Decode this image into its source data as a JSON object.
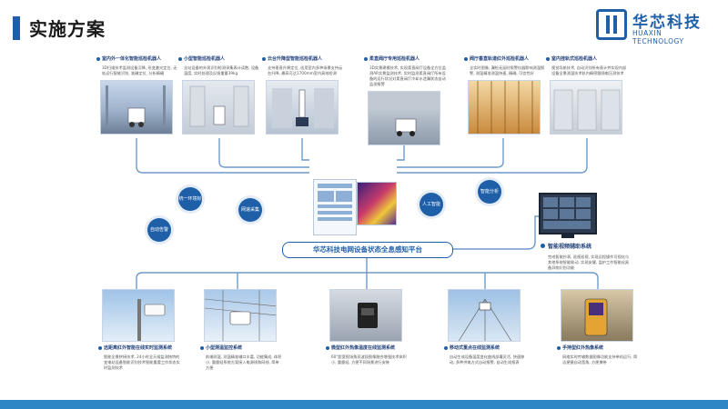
{
  "header": {
    "title": "实施方案"
  },
  "logo": {
    "cn": "华芯科技",
    "en": "HUAXIN TECHNOLOGY"
  },
  "top_cards": [
    {
      "title": "室内外一体化智能巡检机器人",
      "desc": "3D扫描技术监测设备沉降, 形变激光定位, 无轨运行智能识别, 准确定位, 分析精确"
    },
    {
      "title": "小型智能巡检机器人",
      "desc": "全站设备的外观识别检测采集表计读数, 设备温度, 实时处理及反馈重量39kg"
    },
    {
      "title": "云台升降型智能巡检机器人",
      "desc": "支持垂直升降定位, 适用室内多种场景支持云台升降, 最高可达1700mm室内高效检测"
    },
    {
      "title": "柔直阀厅专用巡检机器人",
      "desc": "3D实景建模技术, 实现柔直阀厅设备全方位监测AR实景监测技术, 实时监测柔直阀厅所有设备的运行状况对柔直阀厅冷却水泄漏状态自动监测报警"
    },
    {
      "title": "阀厅垂直轨道红外巡检机器人",
      "desc": "全实时图像, 漏检无延时报警仪器影响测温报警, 测温精准测温快速, 精确, 可信性好"
    },
    {
      "title": "室内挂轨式巡检机器人",
      "desc": "视觉导航技术, 自动识别所有表计并实现内部设备全景测温技术轨内精密跟随电压测技术"
    }
  ],
  "badges": [
    "统一环境标准",
    "网速采集",
    "自动告警",
    "人工智能",
    "智能分析"
  ],
  "platform": {
    "label": "华芯科技电网设备状态全息感知平台"
  },
  "vision": {
    "title": "智能视频辅助系统",
    "desc": "完成智能抄表, 巡视巡视, 实现远程操作可视化与其他系统智能联动, 实现安健, 监护工作智能化具备异物识别功能"
  },
  "bottom_cards": [
    {
      "title": "远距离红外智能在线实时监测系统",
      "desc": "智能全景拼接技术, 24小时全天候监测独特的变电站设备智能识别技术智能重要工作状态实时监测技术"
    },
    {
      "title": "小型测温监控系统",
      "desc": "前端测温, 测温精准辅口丰富, 功能集成, 体积小, 重量轻系统方案接入电源线和网线, 简单方便"
    },
    {
      "title": "微型红外热像温度在线监测系统",
      "desc": "60°超宽视场角双波段图像融合增强技术体积小, 重量轻, 方便不同场景进行安装"
    },
    {
      "title": "移动式重点在线监测系统",
      "desc": "自动生成设备温度变化曲线部署灵活, 快速移动, 多种供电方式自动报警, 自动生成报表"
    },
    {
      "title": "手持型红外热像系统",
      "desc": "网络实时传输数据图像功能支持单机运行, 简洁便捷自动宽角, 方便携带"
    }
  ]
}
